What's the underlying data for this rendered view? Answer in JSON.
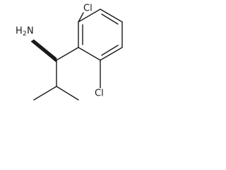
{
  "molecule": {
    "labels": {
      "amine": "H",
      "amine_subscript": "2",
      "amine_n": "N",
      "chloro_top": "Cl",
      "chloro_bottom": "Cl"
    },
    "stereo_bond": "wedge",
    "line_color": "#1a1a1a",
    "background_color": "#ffffff"
  }
}
